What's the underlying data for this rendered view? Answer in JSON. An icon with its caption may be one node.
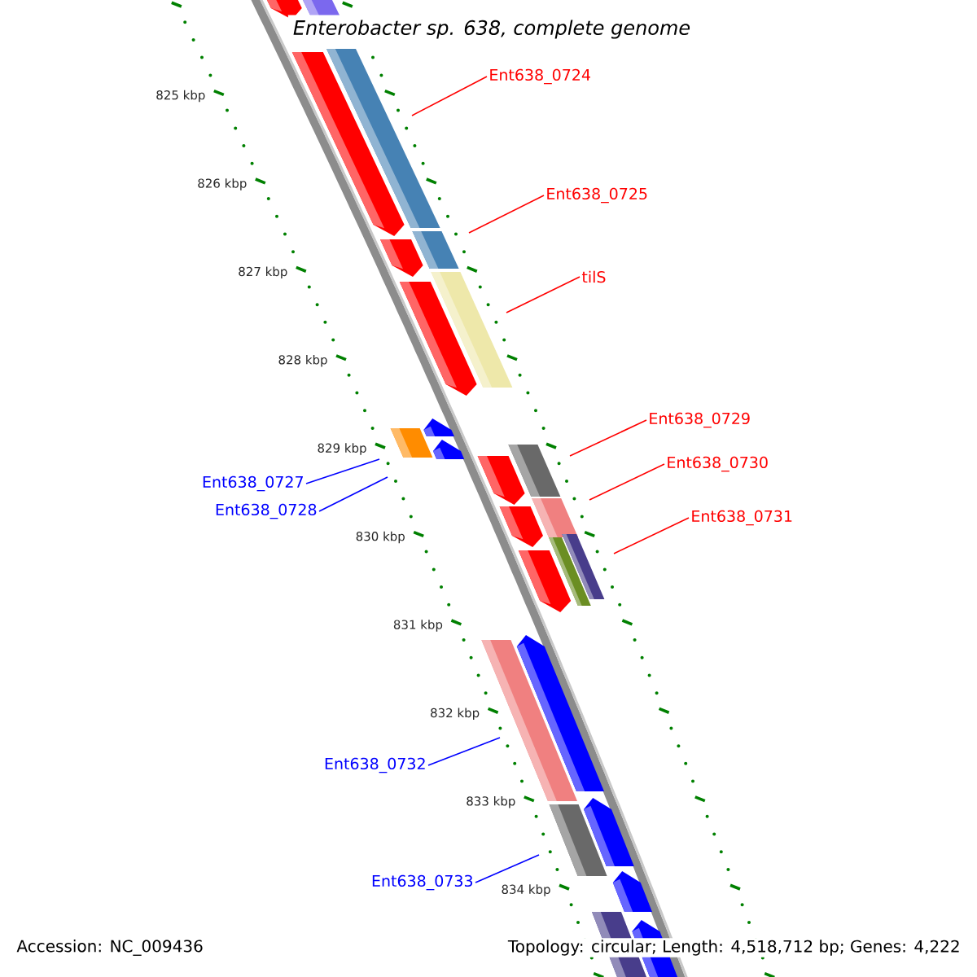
{
  "diagram": {
    "title": "*Enterobacter sp. 638, complete genome*",
    "nodes": [
      {
        "text": [
          "Ent638_0724"
        ]
      },
      {
        "text": [
          "Ent638_0725"
        ]
      },
      {
        "text": [
          "tilS"
        ]
      },
      {
        "text": [
          "Ent638_0729"
        ]
      },
      {
        "text": [
          "Ent638_0730"
        ]
      },
      {
        "text": [
          "Ent638_0727"
        ]
      },
      {
        "text": [
          "Ent638_0728"
        ]
      },
      {
        "text": [
          "Ent638_0731"
        ]
      },
      {
        "text": [
          "Ent638_0732"
        ]
      },
      {
        "text": [
          "Ent638_0733"
        ]
      }
    ],
    "edges": [
      {
        "from": 0,
        "to": null,
        "arrow": "none"
      },
      {
        "from": 1,
        "to": null,
        "arrow": "none"
      },
      {
        "from": 2,
        "to": null,
        "arrow": "none"
      },
      {
        "from": 3,
        "to": null,
        "arrow": "none"
      },
      {
        "from": 4,
        "to": null,
        "arrow": "none"
      },
      {
        "from": 5,
        "to": null,
        "arrow": "none",
        "color": "#0000ff"
      },
      {
        "from": 6,
        "to": null,
        "arrow": "none",
        "color": "#0000ff"
      },
      {
        "from": 7,
        "to": null,
        "arrow": "none"
      },
      {
        "from": 8,
        "to": null,
        "arrow": "none",
        "color": "#0000ff"
      },
      {
        "from": 9,
        "to": null,
        "arrow": "none",
        "color": "#0000ff"
      }
    ],
    "labels": [
      "825 kbp",
      "826 kbp",
      "827 kbp",
      "828 kbp",
      "829 kbp",
      "830 kbp",
      "831 kbp",
      "832 kbp",
      "833 kbp",
      "834 kbp",
      "Accession: NC_009436",
      "Topology: circular; Length: 4,518,712 bp; Genes: 4,222"
    ]
  }
}
